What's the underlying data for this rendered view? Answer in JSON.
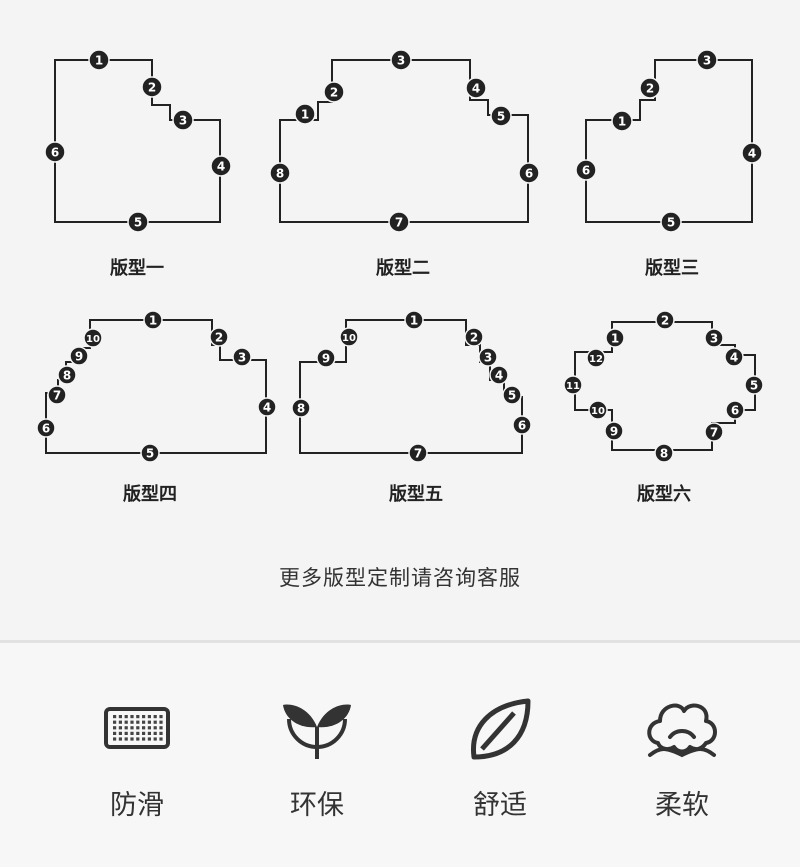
{
  "layouts": [
    {
      "label": "版型一",
      "markers": [
        "1",
        "2",
        "3",
        "4",
        "5",
        "6"
      ]
    },
    {
      "label": "版型二",
      "markers": [
        "1",
        "2",
        "3",
        "4",
        "5",
        "6",
        "7",
        "8"
      ]
    },
    {
      "label": "版型三",
      "markers": [
        "1",
        "2",
        "3",
        "4",
        "5",
        "6"
      ]
    },
    {
      "label": "版型四",
      "markers": [
        "1",
        "2",
        "3",
        "4",
        "5",
        "6",
        "7",
        "8",
        "9",
        "10"
      ]
    },
    {
      "label": "版型五",
      "markers": [
        "1",
        "2",
        "3",
        "4",
        "5",
        "6",
        "7",
        "8",
        "9",
        "10"
      ]
    },
    {
      "label": "版型六",
      "markers": [
        "1",
        "2",
        "3",
        "4",
        "5",
        "6",
        "7",
        "8",
        "9",
        "10",
        "11",
        "12"
      ]
    }
  ],
  "more_text": "更多版型定制请咨询客服",
  "features": [
    {
      "label": "防滑",
      "icon": "grid-mat-icon"
    },
    {
      "label": "环保",
      "icon": "sprout-icon"
    },
    {
      "label": "舒适",
      "icon": "leaf-icon"
    },
    {
      "label": "柔软",
      "icon": "cotton-icon"
    }
  ],
  "colors": {
    "line": "#222222",
    "marker": "#222222",
    "marker_text": "#ffffff",
    "background": "#f4f4f4"
  }
}
